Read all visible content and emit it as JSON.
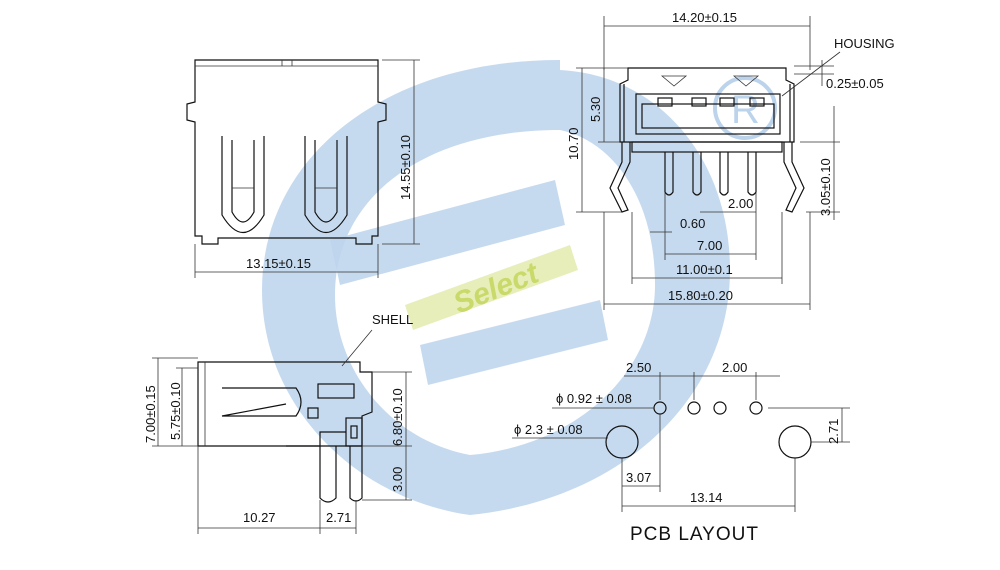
{
  "watermark": {
    "text": "Select",
    "ring_color": "#bcd3ec",
    "text_color": "#c9d96a"
  },
  "front_view": {
    "height": "14.55±0.10",
    "width": "13.15±0.15"
  },
  "side_view": {
    "shell_label": "SHELL",
    "total_height": "7.00±0.15",
    "inner_height": "5.75±0.10",
    "pin_height": "6.80±0.10",
    "leg_length": "3.00",
    "depth": "10.27",
    "offset": "2.71"
  },
  "end_view": {
    "width": "14.20±0.15",
    "housing_label": "HOUSING",
    "housing_gap": "0.25±0.05",
    "upper_height": "5.30",
    "overall_height": "10.70",
    "clip_height": "3.05±0.10",
    "pin_pitch": "2.00",
    "pin_width": "0.60",
    "outer_pin_span": "7.00",
    "clip_span": "11.00±0.1",
    "board_width": "15.80±0.20"
  },
  "pcb_layout": {
    "title": "PCB  LAYOUT",
    "pitch_outer": "2.50",
    "pitch_inner": "2.00",
    "small_hole": "ϕ 0.92 ± 0.08",
    "large_hole": "ϕ 2.3 ± 0.08",
    "row_offset": "2.71",
    "hole_offset": "3.07",
    "hole_span": "13.14"
  }
}
